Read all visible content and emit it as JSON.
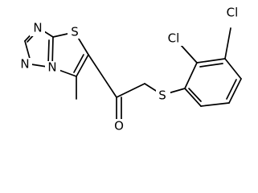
{
  "atom_labels": {
    "cl_upper": "Cl",
    "cl_lower": "Cl",
    "s_thiazole": "S",
    "s_thioether": "S",
    "o_carbonyl": "O",
    "n_top": "N",
    "n_left": "N",
    "n_bridge": "N"
  }
}
